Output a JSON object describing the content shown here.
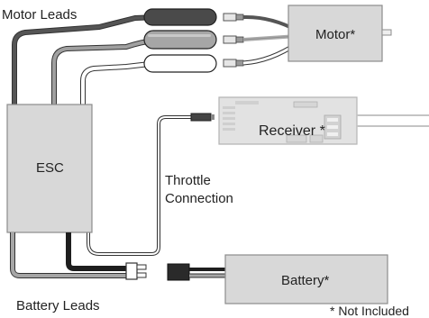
{
  "labels": {
    "motor_leads": "Motor Leads",
    "motor": "Motor*",
    "receiver": "Receiver *",
    "esc": "ESC",
    "throttle_line1": "Throttle",
    "throttle_line2": "Connection",
    "battery": "Battery*",
    "battery_leads": "Battery Leads",
    "not_included": "* Not Included"
  },
  "colors": {
    "component_fill": "#d8d8d8",
    "component_stroke": "#8c8c8c",
    "receiver_fill": "#e2e2e2",
    "wire_black": "#1e1e1e",
    "wire_dark_gray": "#4a4a4a",
    "wire_light_gray": "#a6a6a6",
    "wire_white": "#ffffff"
  }
}
